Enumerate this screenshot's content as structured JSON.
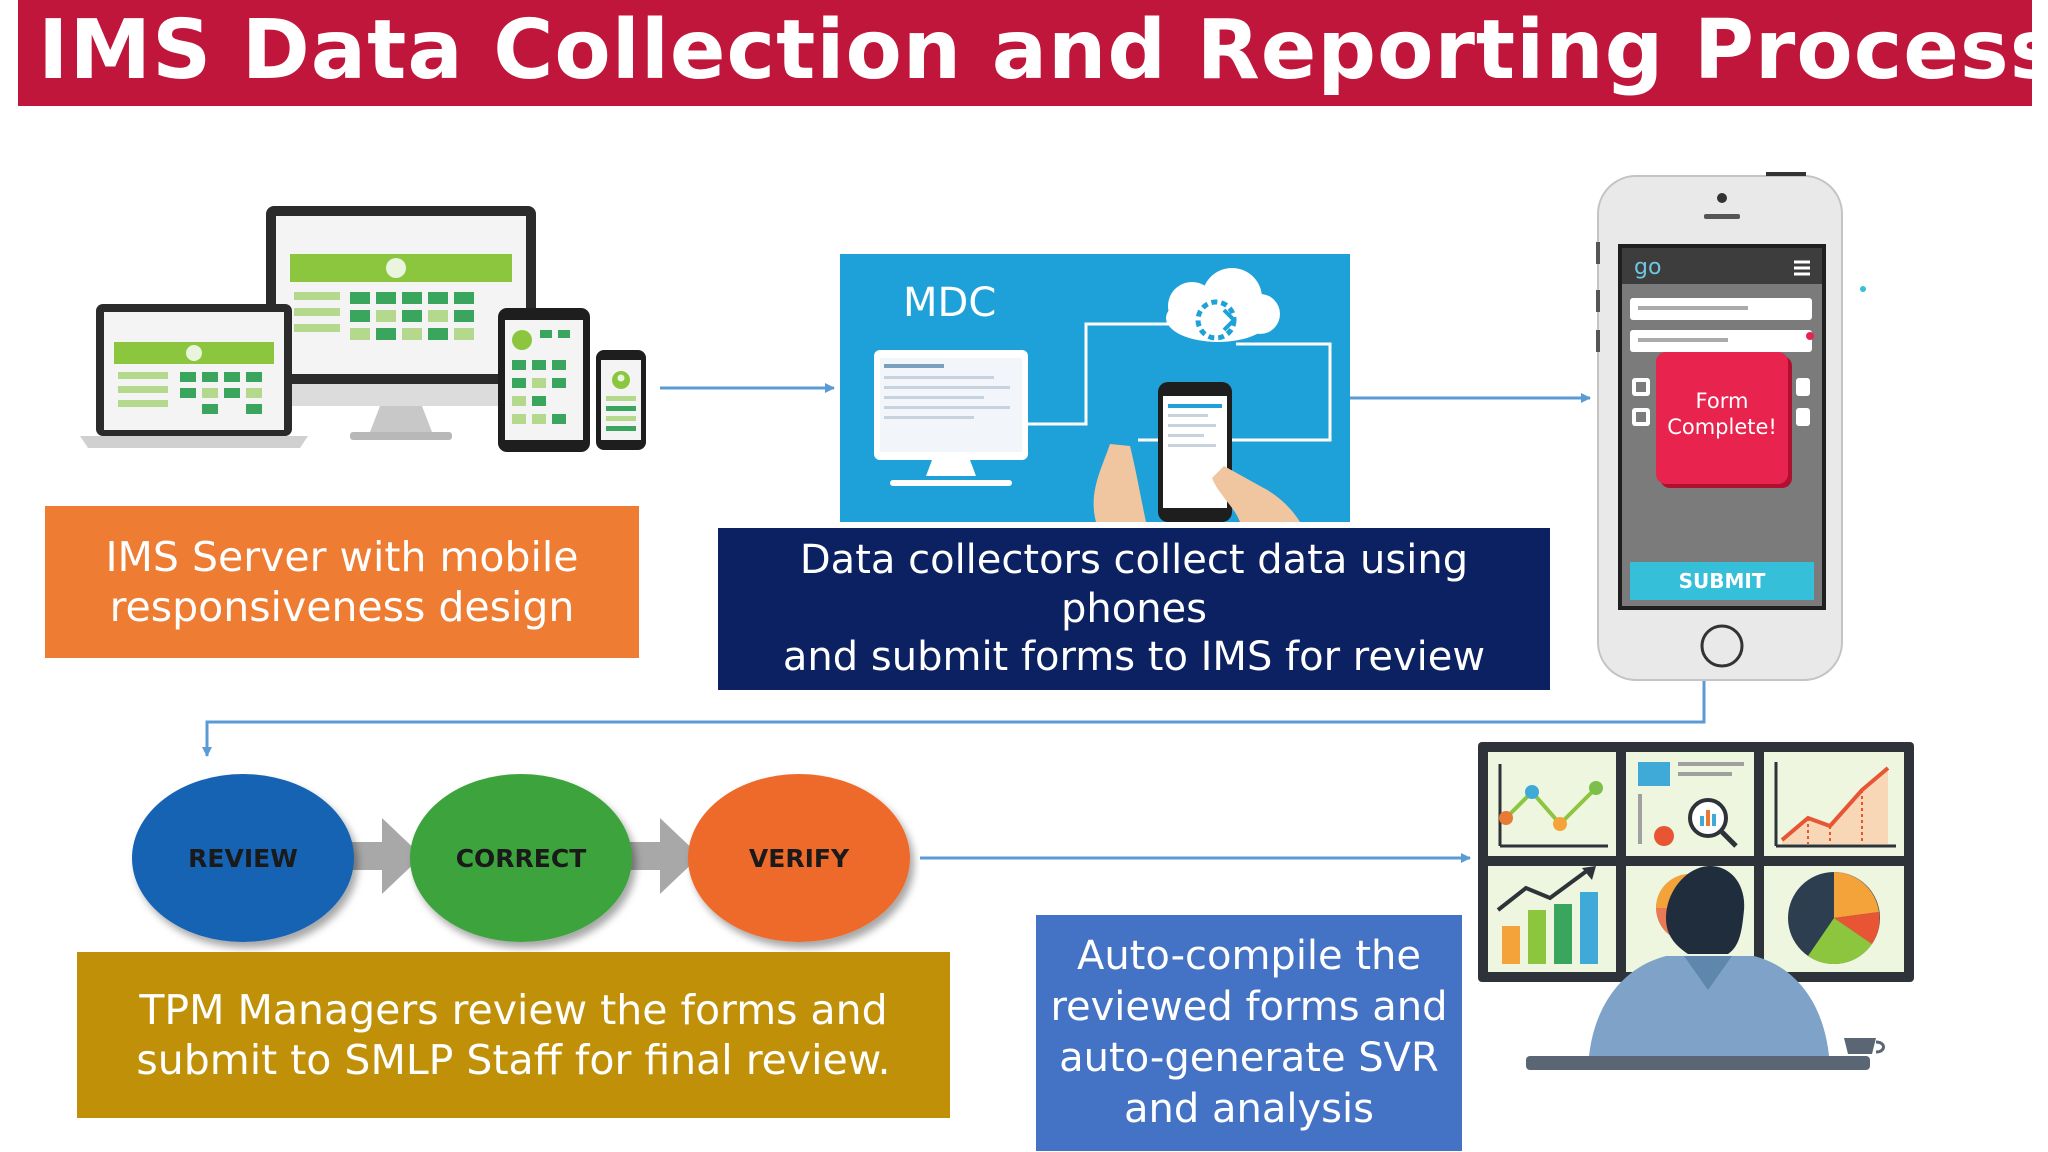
{
  "title": "IMS Data Collection and Reporting Process",
  "steps": {
    "server": {
      "line1": "IMS Server with mobile",
      "line2": "responsiveness design"
    },
    "collect": {
      "line1": "Data collectors collect data using phones",
      "line2": "and submit forms to IMS for review"
    },
    "review": {
      "line1": "TPM Managers review the forms and",
      "line2": "submit to SMLP Staff for final review."
    },
    "compile": {
      "line1": "Auto-compile the",
      "line2": "reviewed forms and",
      "line3": "auto-generate SVR",
      "line4": "and analysis"
    }
  },
  "mdc": {
    "label": "MDC"
  },
  "phone": {
    "logo": "go",
    "popup_line1": "Form",
    "popup_line2": "Complete!",
    "submit_label": "SUBMIT"
  },
  "workflow": [
    "REVIEW",
    "CORRECT",
    "VERIFY"
  ],
  "colors": {
    "title_bg": "#c0163b",
    "server_box": "#ee7c32",
    "collect_box": "#0c2161",
    "review_box": "#c09108",
    "compile_box": "#4472c4",
    "mdc_panel": "#1ea1d8",
    "review_oval": "#1463b4",
    "correct_oval": "#3ca43c",
    "verify_oval": "#ee6a2a",
    "popup": "#e8244e",
    "submit": "#36bfd8",
    "arrow": "#5b9bd5"
  }
}
